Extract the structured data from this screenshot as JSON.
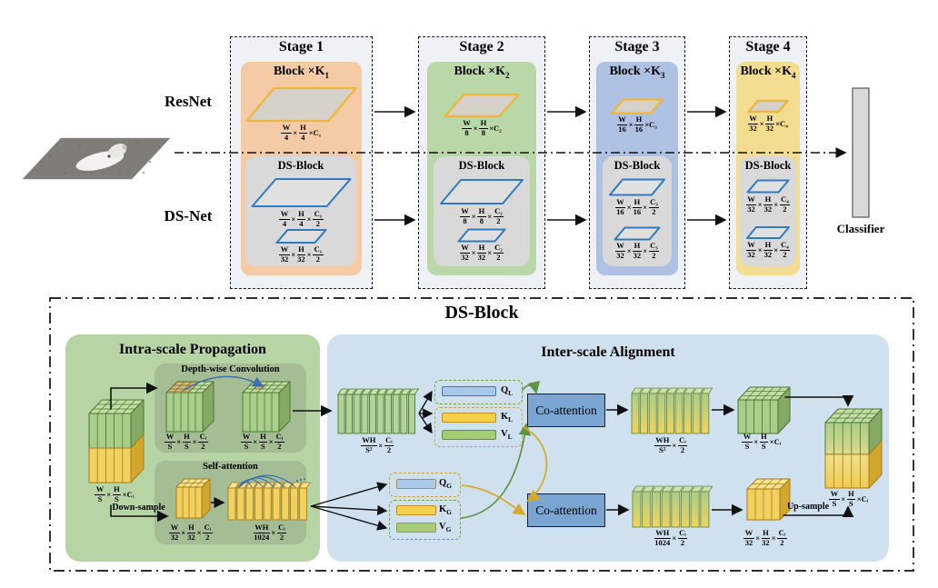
{
  "top": {
    "resnet_label": "ResNet",
    "dsnet_label": "DS-Net",
    "classifier_label": "Classifier",
    "stages": [
      {
        "title": "Stage 1",
        "block": {
          "base": "Block ×K",
          "sub": "1"
        },
        "ds_title": "DS-Block"
      },
      {
        "title": "Stage 2",
        "block": {
          "base": "Block ×K",
          "sub": "2"
        },
        "ds_title": "DS-Block"
      },
      {
        "title": "Stage 3",
        "block": {
          "base": "Block ×K",
          "sub": "3"
        },
        "ds_title": "DS-Block"
      },
      {
        "title": "Stage 4",
        "block": {
          "base": "Block ×K",
          "sub": "4"
        },
        "ds_title": "DS-Block"
      }
    ]
  },
  "bottom": {
    "title": "DS-Block",
    "intra": {
      "title": "Intra-scale Propagation",
      "dw_title": "Depth-wise Convolution",
      "sa_title": "Self-attention",
      "down_sample": "Down-sample"
    },
    "inter": {
      "title": "Inter-scale Alignment",
      "co_attention": "Co-attention",
      "up_sample": "Up-sample",
      "qkv": {
        "ql": {
          "base": "Q",
          "sub": "L"
        },
        "kl": {
          "base": "K",
          "sub": "L"
        },
        "vl": {
          "base": "V",
          "sub": "L"
        },
        "qg": {
          "base": "Q",
          "sub": "G"
        },
        "kg": {
          "base": "K",
          "sub": "G"
        },
        "vg": {
          "base": "V",
          "sub": "G"
        }
      }
    }
  },
  "dims": {
    "s1_res": [
      {
        "f": [
          "W",
          "4"
        ]
      },
      {
        "t": "×"
      },
      {
        "f": [
          "H",
          "4"
        ]
      },
      {
        "t": "×C₁"
      }
    ],
    "s1_ds1": [
      {
        "f": [
          "W",
          "4"
        ]
      },
      {
        "t": "×"
      },
      {
        "f": [
          "H",
          "4"
        ]
      },
      {
        "t": "×"
      },
      {
        "f": [
          "C₁",
          "2"
        ]
      }
    ],
    "s1_ds2": [
      {
        "f": [
          "W",
          "32"
        ]
      },
      {
        "t": "×"
      },
      {
        "f": [
          "H",
          "32"
        ]
      },
      {
        "t": "×"
      },
      {
        "f": [
          "C₁",
          "2"
        ]
      }
    ],
    "s2_res": [
      {
        "f": [
          "W",
          "8"
        ]
      },
      {
        "t": "×"
      },
      {
        "f": [
          "H",
          "8"
        ]
      },
      {
        "t": "×C₂"
      }
    ],
    "s2_ds1": [
      {
        "f": [
          "W",
          "8"
        ]
      },
      {
        "t": "×"
      },
      {
        "f": [
          "H",
          "8"
        ]
      },
      {
        "t": "×"
      },
      {
        "f": [
          "C₂",
          "2"
        ]
      }
    ],
    "s2_ds2": [
      {
        "f": [
          "W",
          "32"
        ]
      },
      {
        "t": "×"
      },
      {
        "f": [
          "H",
          "32"
        ]
      },
      {
        "t": "×"
      },
      {
        "f": [
          "C₂",
          "2"
        ]
      }
    ],
    "s3_res": [
      {
        "f": [
          "W",
          "16"
        ]
      },
      {
        "t": "×"
      },
      {
        "f": [
          "H",
          "16"
        ]
      },
      {
        "t": "×C₃"
      }
    ],
    "s3_ds1": [
      {
        "f": [
          "W",
          "16"
        ]
      },
      {
        "t": "×"
      },
      {
        "f": [
          "H",
          "16"
        ]
      },
      {
        "t": "×"
      },
      {
        "f": [
          "C₃",
          "2"
        ]
      }
    ],
    "s3_ds2": [
      {
        "f": [
          "W",
          "32"
        ]
      },
      {
        "t": "×"
      },
      {
        "f": [
          "H",
          "32"
        ]
      },
      {
        "t": "×"
      },
      {
        "f": [
          "C₃",
          "2"
        ]
      }
    ],
    "s4_res": [
      {
        "f": [
          "W",
          "32"
        ]
      },
      {
        "t": "×"
      },
      {
        "f": [
          "H",
          "32"
        ]
      },
      {
        "t": "×C₄"
      }
    ],
    "s4_ds1": [
      {
        "f": [
          "W",
          "32"
        ]
      },
      {
        "t": "×"
      },
      {
        "f": [
          "H",
          "32"
        ]
      },
      {
        "t": "×"
      },
      {
        "f": [
          "C₄",
          "2"
        ]
      }
    ],
    "s4_ds2": [
      {
        "f": [
          "W",
          "32"
        ]
      },
      {
        "t": "×"
      },
      {
        "f": [
          "H",
          "32"
        ]
      },
      {
        "t": "×"
      },
      {
        "f": [
          "C₄",
          "2"
        ]
      }
    ],
    "intra_main": [
      {
        "f": [
          "W",
          "S"
        ]
      },
      {
        "t": "×"
      },
      {
        "f": [
          "H",
          "S"
        ]
      },
      {
        "t": "×Cᵢ"
      }
    ],
    "dw": [
      {
        "f": [
          "W",
          "S"
        ]
      },
      {
        "t": "×"
      },
      {
        "f": [
          "H",
          "S"
        ]
      },
      {
        "t": "×"
      },
      {
        "f": [
          "Cᵢ",
          "2"
        ]
      }
    ],
    "sa_cube": [
      {
        "f": [
          "W",
          "32"
        ]
      },
      {
        "t": "×"
      },
      {
        "f": [
          "H",
          "32"
        ]
      },
      {
        "t": "×"
      },
      {
        "f": [
          "Cᵢ",
          "2"
        ]
      }
    ],
    "sa_stack": [
      {
        "f": [
          "WH",
          "1024"
        ]
      },
      {
        "t": "×"
      },
      {
        "f": [
          "Cᵢ",
          "2"
        ]
      }
    ],
    "local": [
      {
        "f": [
          "WH",
          "S²"
        ]
      },
      {
        "t": "×"
      },
      {
        "f": [
          "Cᵢ",
          "2"
        ]
      }
    ],
    "top_out": [
      {
        "f": [
          "WH",
          "S²"
        ]
      },
      {
        "t": "×"
      },
      {
        "f": [
          "Cᵢ",
          "2"
        ]
      }
    ],
    "top_cube": [
      {
        "f": [
          "W",
          "S"
        ]
      },
      {
        "t": "×"
      },
      {
        "f": [
          "H",
          "S"
        ]
      },
      {
        "t": "×Cᵢ"
      }
    ],
    "bot_out": [
      {
        "f": [
          "WH",
          "1024"
        ]
      },
      {
        "t": "×"
      },
      {
        "f": [
          "Cᵢ",
          "2"
        ]
      }
    ],
    "bot_cube": [
      {
        "f": [
          "W",
          "32"
        ]
      },
      {
        "t": "×"
      },
      {
        "f": [
          "H",
          "32"
        ]
      },
      {
        "t": "×"
      },
      {
        "f": [
          "Cᵢ",
          "2"
        ]
      }
    ],
    "final": [
      {
        "f": [
          "W",
          "S"
        ]
      },
      {
        "t": "×"
      },
      {
        "f": [
          "H",
          "S"
        ]
      },
      {
        "t": "×Cᵢ"
      }
    ]
  },
  "colors": {
    "stage_bg": "#eef1f5",
    "stage1": "#f4cba4",
    "stage2": "#b9d7a7",
    "stage3": "#aec1e2",
    "stage4": "#f3dd90",
    "ds_gray": "#d9d9d9",
    "res_border": "#f0b63a",
    "ds_border": "#2f7ac0",
    "intra_bg": "#b7d5a4",
    "intra_sub_bg": "#a5bd94",
    "inter_bg": "#cfe1ef",
    "coattn_bg": "#7ba6d4",
    "green_front": "#a9cd8a",
    "green_side": "#86aa66",
    "green_top": "#c3dda6",
    "green_stroke": "#4b772f",
    "yellow_front": "#f2d160",
    "yellow_side": "#d2a72e",
    "yellow_top": "#f7e390",
    "yellow_stroke": "#a97c12",
    "bar_q": "#aac9e8",
    "bar_k": "#f6d049",
    "bar_v": "#a8cb7a",
    "dash_green": "#6fa344",
    "dash_yellow": "#c9a63b",
    "curve_green": "#5f9344",
    "curve_yellow": "#d8a827",
    "arc_blue": "#3c6fb4",
    "patch_orange": "#e2b37c"
  }
}
